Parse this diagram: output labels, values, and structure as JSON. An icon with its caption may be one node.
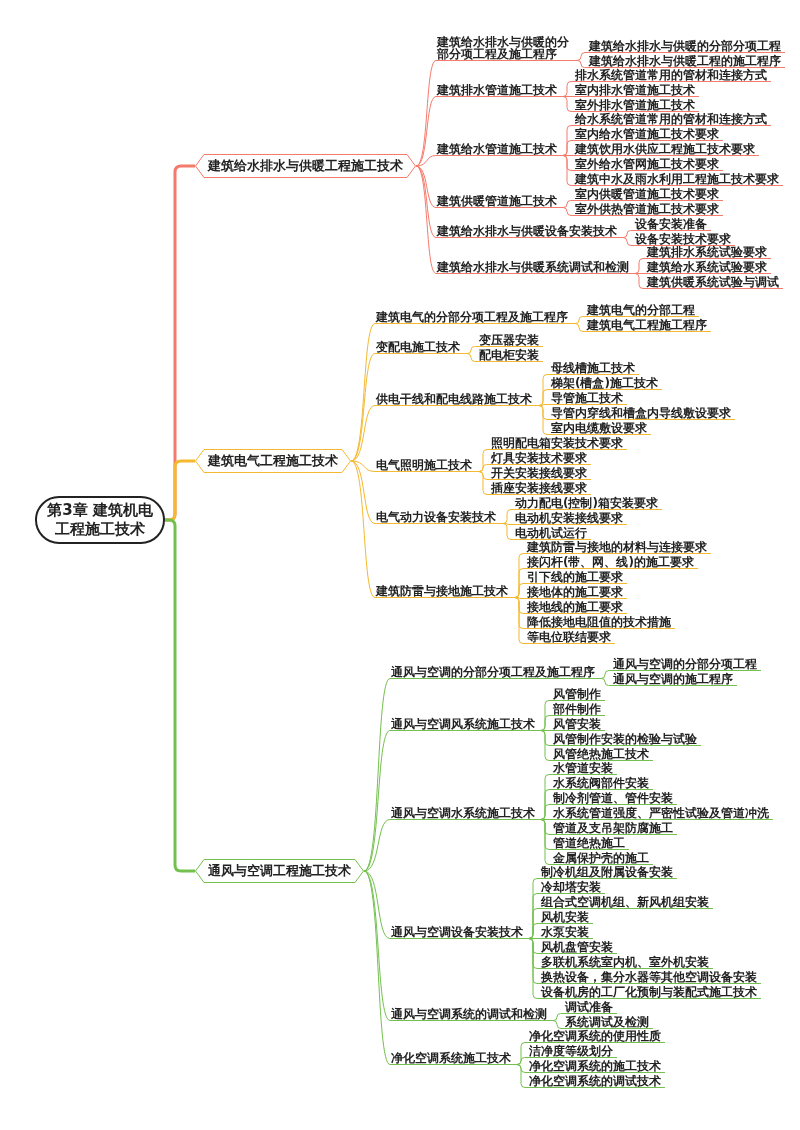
{
  "diagram": {
    "nodes": [
      {
        "text": [
          "第3章 建筑机电工程施工技术"
        ]
      },
      {
        "text": [
          "建筑给水排水与供暖工程施工技术"
        ]
      },
      {
        "text": [
          "建筑给水排水与供暖的分部分项工程及施工程序"
        ]
      },
      {
        "text": [
          "建筑给水排水与供暖的分部分项工程"
        ]
      },
      {
        "text": [
          "建筑给水排水与供暖工程的施工程序"
        ]
      },
      {
        "text": [
          "建筑排水管道施工技术"
        ]
      },
      {
        "text": [
          "排水系统管道常用的管材和连接方式"
        ]
      },
      {
        "text": [
          "室内排水管道施工技术"
        ]
      },
      {
        "text": [
          "室外排水管道施工技术"
        ]
      },
      {
        "text": [
          "建筑给水管道施工技术"
        ]
      },
      {
        "text": [
          "给水系统管道常用的管材和连接方式"
        ]
      },
      {
        "text": [
          "室内给水管道施工技术要求"
        ]
      },
      {
        "text": [
          "建筑饮用水供应工程施工技术要求"
        ]
      },
      {
        "text": [
          "室外给水管网施工技术要求"
        ]
      },
      {
        "text": [
          "建筑中水及雨水利用工程施工技术要求"
        ]
      },
      {
        "text": [
          "建筑供暖管道施工技术"
        ]
      },
      {
        "text": [
          "室内供暖管道施工技术要求"
        ]
      },
      {
        "text": [
          "室外供热管道施工技术要求"
        ]
      },
      {
        "text": [
          "建筑给水排水与供暖设备安装技术"
        ]
      },
      {
        "text": [
          "设备安装准备"
        ]
      },
      {
        "text": [
          "设备安装技术要求"
        ]
      },
      {
        "text": [
          "建筑给水排水与供暖系统调试和检测"
        ]
      },
      {
        "text": [
          "建筑排水系统试验要求"
        ]
      },
      {
        "text": [
          "建筑给水系统试验要求"
        ]
      },
      {
        "text": [
          "建筑供暖系统试验与调试"
        ]
      },
      {
        "text": [
          "建筑电气工程施工技术"
        ]
      },
      {
        "text": [
          "建筑电气的分部分项工程及施工程序"
        ]
      },
      {
        "text": [
          "建筑电气的分部工程"
        ]
      },
      {
        "text": [
          "建筑电气工程施工程序"
        ]
      },
      {
        "text": [
          "变配电施工技术"
        ]
      },
      {
        "text": [
          "变压器安装"
        ]
      },
      {
        "text": [
          "配电柜安装"
        ]
      },
      {
        "text": [
          "供电干线和配电线路施工技术"
        ]
      },
      {
        "text": [
          "母线槽施工技术"
        ]
      },
      {
        "text": [
          "梯架(槽盒)施工技术"
        ]
      },
      {
        "text": [
          "导管施工技术"
        ]
      },
      {
        "text": [
          "导管内穿线和槽盒内导线敷设要求"
        ]
      },
      {
        "text": [
          "室内电缆敷设要求"
        ]
      },
      {
        "text": [
          "电气照明施工技术"
        ]
      },
      {
        "text": [
          "照明配电箱安装技术要求"
        ]
      },
      {
        "text": [
          "灯具安装技术要求"
        ]
      },
      {
        "text": [
          "开关安装接线要求"
        ]
      },
      {
        "text": [
          "插座安装接线要求"
        ]
      },
      {
        "text": [
          "电气动力设备安装技术"
        ]
      },
      {
        "text": [
          "动力配电(控制)箱安装要求"
        ]
      },
      {
        "text": [
          "电动机安装接线要求"
        ]
      },
      {
        "text": [
          "电动机试运行"
        ]
      },
      {
        "text": [
          "建筑防雷与接地施工技术"
        ]
      },
      {
        "text": [
          "建筑防雷与接地的材料与连接要求"
        ]
      },
      {
        "text": [
          "接闪杆(带、网、线)的施工要求"
        ]
      },
      {
        "text": [
          "引下线的施工要求"
        ]
      },
      {
        "text": [
          "接地体的施工要求"
        ]
      },
      {
        "text": [
          "接地线的施工要求"
        ]
      },
      {
        "text": [
          "降低接地电阻值的技术措施"
        ]
      },
      {
        "text": [
          "等电位联结要求"
        ]
      },
      {
        "text": [
          "通风与空调工程施工技术"
        ]
      },
      {
        "text": [
          "通风与空调的分部分项工程及施工程序"
        ]
      },
      {
        "text": [
          "通风与空调的分部分项工程"
        ]
      },
      {
        "text": [
          "通风与空调的施工程序"
        ]
      },
      {
        "text": [
          "通风与空调风系统施工技术"
        ]
      },
      {
        "text": [
          "风管制作"
        ]
      },
      {
        "text": [
          "部件制作"
        ]
      },
      {
        "text": [
          "风管安装"
        ]
      },
      {
        "text": [
          "风管制作安装的检验与试验"
        ]
      },
      {
        "text": [
          "风管绝热施工技术"
        ]
      },
      {
        "text": [
          "通风与空调水系统施工技术"
        ]
      },
      {
        "text": [
          "水管道安装"
        ]
      },
      {
        "text": [
          "水系统阀部件安装"
        ]
      },
      {
        "text": [
          "制冷剂管道、管件安装"
        ]
      },
      {
        "text": [
          "水系统管道强度、严密性试验及管道冲洗"
        ]
      },
      {
        "text": [
          "管道及支吊架防腐施工"
        ]
      },
      {
        "text": [
          "管道绝热施工"
        ]
      },
      {
        "text": [
          "金属保护壳的施工"
        ]
      },
      {
        "text": [
          "通风与空调设备安装技术"
        ]
      },
      {
        "text": [
          "制冷机组及附属设备安装"
        ]
      },
      {
        "text": [
          "冷却塔安装"
        ]
      },
      {
        "text": [
          "组合式空调机组、新风机组安装"
        ]
      },
      {
        "text": [
          "风机安装"
        ]
      },
      {
        "text": [
          "水泵安装"
        ]
      },
      {
        "text": [
          "风机盘管安装"
        ]
      },
      {
        "text": [
          "多联机系统室内机、室外机安装"
        ]
      },
      {
        "text": [
          "换热设备，集分水器等其他空调设备安装"
        ]
      },
      {
        "text": [
          "设备机房的工厂化预制与装配式施工技术"
        ]
      },
      {
        "text": [
          "通风与空调系统的调试和检测"
        ]
      },
      {
        "text": [
          "调试准备"
        ]
      },
      {
        "text": [
          "系统调试及检测"
        ]
      },
      {
        "text": [
          "净化空调系统施工技术"
        ]
      },
      {
        "text": [
          "净化空调系统的使用性质"
        ]
      },
      {
        "text": [
          "洁净度等级划分"
        ]
      },
      {
        "text": [
          "净化空调系统的施工技术"
        ]
      },
      {
        "text": [
          "净化空调系统的调试技术"
        ]
      }
    ],
    "edges": [
      {
        "from": 0,
        "to": 1,
        "arrow": "none",
        "style": "thick",
        "color": "#f47a6b"
      },
      {
        "from": 1,
        "to": 2,
        "arrow": "none",
        "color": "#f47a6b"
      },
      {
        "from": 2,
        "to": 3,
        "arrow": "none",
        "color": "#f47a6b"
      },
      {
        "from": 2,
        "to": 4,
        "arrow": "none",
        "color": "#f47a6b"
      },
      {
        "from": 1,
        "to": 5,
        "arrow": "none",
        "color": "#f47a6b"
      },
      {
        "from": 5,
        "to": 6,
        "arrow": "none",
        "color": "#f47a6b"
      },
      {
        "from": 5,
        "to": 7,
        "arrow": "none",
        "color": "#f47a6b"
      },
      {
        "from": 5,
        "to": 8,
        "arrow": "none",
        "color": "#f47a6b"
      },
      {
        "from": 1,
        "to": 9,
        "arrow": "none",
        "color": "#f47a6b"
      },
      {
        "from": 9,
        "to": 10,
        "arrow": "none",
        "color": "#f47a6b"
      },
      {
        "from": 9,
        "to": 11,
        "arrow": "none",
        "color": "#f47a6b"
      },
      {
        "from": 9,
        "to": 12,
        "arrow": "none",
        "color": "#f47a6b"
      },
      {
        "from": 9,
        "to": 13,
        "arrow": "none",
        "color": "#f47a6b"
      },
      {
        "from": 9,
        "to": 14,
        "arrow": "none",
        "color": "#f47a6b"
      },
      {
        "from": 1,
        "to": 15,
        "arrow": "none",
        "color": "#f47a6b"
      },
      {
        "from": 15,
        "to": 16,
        "arrow": "none",
        "color": "#f47a6b"
      },
      {
        "from": 15,
        "to": 17,
        "arrow": "none",
        "color": "#f47a6b"
      },
      {
        "from": 1,
        "to": 18,
        "arrow": "none",
        "color": "#f47a6b"
      },
      {
        "from": 18,
        "to": 19,
        "arrow": "none",
        "color": "#f47a6b"
      },
      {
        "from": 18,
        "to": 20,
        "arrow": "none",
        "color": "#f47a6b"
      },
      {
        "from": 1,
        "to": 21,
        "arrow": "none",
        "color": "#f47a6b"
      },
      {
        "from": 21,
        "to": 22,
        "arrow": "none",
        "color": "#f47a6b"
      },
      {
        "from": 21,
        "to": 23,
        "arrow": "none",
        "color": "#f47a6b"
      },
      {
        "from": 21,
        "to": 24,
        "arrow": "none",
        "color": "#f47a6b"
      },
      {
        "from": 0,
        "to": 25,
        "arrow": "none",
        "style": "thick",
        "color": "#f5b82e"
      },
      {
        "from": 25,
        "to": 26,
        "arrow": "none",
        "color": "#f5b82e"
      },
      {
        "from": 26,
        "to": 27,
        "arrow": "none",
        "color": "#f5b82e"
      },
      {
        "from": 26,
        "to": 28,
        "arrow": "none",
        "color": "#f5b82e"
      },
      {
        "from": 25,
        "to": 29,
        "arrow": "none",
        "color": "#f5b82e"
      },
      {
        "from": 29,
        "to": 30,
        "arrow": "none",
        "color": "#f5b82e"
      },
      {
        "from": 29,
        "to": 31,
        "arrow": "none",
        "color": "#f5b82e"
      },
      {
        "from": 25,
        "to": 32,
        "arrow": "none",
        "color": "#f5b82e"
      },
      {
        "from": 32,
        "to": 33,
        "arrow": "none",
        "color": "#f5b82e"
      },
      {
        "from": 32,
        "to": 34,
        "arrow": "none",
        "color": "#f5b82e"
      },
      {
        "from": 32,
        "to": 35,
        "arrow": "none",
        "color": "#f5b82e"
      },
      {
        "from": 32,
        "to": 36,
        "arrow": "none",
        "color": "#f5b82e"
      },
      {
        "from": 32,
        "to": 37,
        "arrow": "none",
        "color": "#f5b82e"
      },
      {
        "from": 25,
        "to": 38,
        "arrow": "none",
        "color": "#f5b82e"
      },
      {
        "from": 38,
        "to": 39,
        "arrow": "none",
        "color": "#f5b82e"
      },
      {
        "from": 38,
        "to": 40,
        "arrow": "none",
        "color": "#f5b82e"
      },
      {
        "from": 38,
        "to": 41,
        "arrow": "none",
        "color": "#f5b82e"
      },
      {
        "from": 38,
        "to": 42,
        "arrow": "none",
        "color": "#f5b82e"
      },
      {
        "from": 25,
        "to": 43,
        "arrow": "none",
        "color": "#f5b82e"
      },
      {
        "from": 43,
        "to": 44,
        "arrow": "none",
        "color": "#f5b82e"
      },
      {
        "from": 43,
        "to": 45,
        "arrow": "none",
        "color": "#f5b82e"
      },
      {
        "from": 43,
        "to": 46,
        "arrow": "none",
        "color": "#f5b82e"
      },
      {
        "from": 25,
        "to": 47,
        "arrow": "none",
        "color": "#f5b82e"
      },
      {
        "from": 47,
        "to": 48,
        "arrow": "none",
        "color": "#f5b82e"
      },
      {
        "from": 47,
        "to": 49,
        "arrow": "none",
        "color": "#f5b82e"
      },
      {
        "from": 47,
        "to": 50,
        "arrow": "none",
        "color": "#f5b82e"
      },
      {
        "from": 47,
        "to": 51,
        "arrow": "none",
        "color": "#f5b82e"
      },
      {
        "from": 47,
        "to": 52,
        "arrow": "none",
        "color": "#f5b82e"
      },
      {
        "from": 47,
        "to": 53,
        "arrow": "none",
        "color": "#f5b82e"
      },
      {
        "from": 47,
        "to": 54,
        "arrow": "none",
        "color": "#f5b82e"
      },
      {
        "from": 0,
        "to": 55,
        "arrow": "none",
        "style": "thick",
        "color": "#73c04e"
      },
      {
        "from": 55,
        "to": 56,
        "arrow": "none",
        "color": "#73c04e"
      },
      {
        "from": 56,
        "to": 57,
        "arrow": "none",
        "color": "#73c04e"
      },
      {
        "from": 56,
        "to": 58,
        "arrow": "none",
        "color": "#73c04e"
      },
      {
        "from": 55,
        "to": 59,
        "arrow": "none",
        "color": "#73c04e"
      },
      {
        "from": 59,
        "to": 60,
        "arrow": "none",
        "color": "#73c04e"
      },
      {
        "from": 59,
        "to": 61,
        "arrow": "none",
        "color": "#73c04e"
      },
      {
        "from": 59,
        "to": 62,
        "arrow": "none",
        "color": "#73c04e"
      },
      {
        "from": 59,
        "to": 63,
        "arrow": "none",
        "color": "#73c04e"
      },
      {
        "from": 59,
        "to": 64,
        "arrow": "none",
        "color": "#73c04e"
      },
      {
        "from": 55,
        "to": 65,
        "arrow": "none",
        "color": "#73c04e"
      },
      {
        "from": 65,
        "to": 66,
        "arrow": "none",
        "color": "#73c04e"
      },
      {
        "from": 65,
        "to": 67,
        "arrow": "none",
        "color": "#73c04e"
      },
      {
        "from": 65,
        "to": 68,
        "arrow": "none",
        "color": "#73c04e"
      },
      {
        "from": 65,
        "to": 69,
        "arrow": "none",
        "color": "#73c04e"
      },
      {
        "from": 65,
        "to": 70,
        "arrow": "none",
        "color": "#73c04e"
      },
      {
        "from": 65,
        "to": 71,
        "arrow": "none",
        "color": "#73c04e"
      },
      {
        "from": 65,
        "to": 72,
        "arrow": "none",
        "color": "#73c04e"
      },
      {
        "from": 55,
        "to": 73,
        "arrow": "none",
        "color": "#73c04e"
      },
      {
        "from": 73,
        "to": 74,
        "arrow": "none",
        "color": "#73c04e"
      },
      {
        "from": 73,
        "to": 75,
        "arrow": "none",
        "color": "#73c04e"
      },
      {
        "from": 73,
        "to": 76,
        "arrow": "none",
        "color": "#73c04e"
      },
      {
        "from": 73,
        "to": 77,
        "arrow": "none",
        "color": "#73c04e"
      },
      {
        "from": 73,
        "to": 78,
        "arrow": "none",
        "color": "#73c04e"
      },
      {
        "from": 73,
        "to": 79,
        "arrow": "none",
        "color": "#73c04e"
      },
      {
        "from": 73,
        "to": 80,
        "arrow": "none",
        "color": "#73c04e"
      },
      {
        "from": 73,
        "to": 81,
        "arrow": "none",
        "color": "#73c04e"
      },
      {
        "from": 73,
        "to": 82,
        "arrow": "none",
        "color": "#73c04e"
      },
      {
        "from": 55,
        "to": 83,
        "arrow": "none",
        "color": "#73c04e"
      },
      {
        "from": 83,
        "to": 84,
        "arrow": "none",
        "color": "#73c04e"
      },
      {
        "from": 83,
        "to": 85,
        "arrow": "none",
        "color": "#73c04e"
      },
      {
        "from": 55,
        "to": 86,
        "arrow": "none",
        "color": "#73c04e"
      },
      {
        "from": 86,
        "to": 87,
        "arrow": "none",
        "color": "#73c04e"
      },
      {
        "from": 86,
        "to": 88,
        "arrow": "none",
        "color": "#73c04e"
      },
      {
        "from": 86,
        "to": 89,
        "arrow": "none",
        "color": "#73c04e"
      },
      {
        "from": 86,
        "to": 90,
        "arrow": "none",
        "color": "#73c04e"
      }
    ]
  }
}
